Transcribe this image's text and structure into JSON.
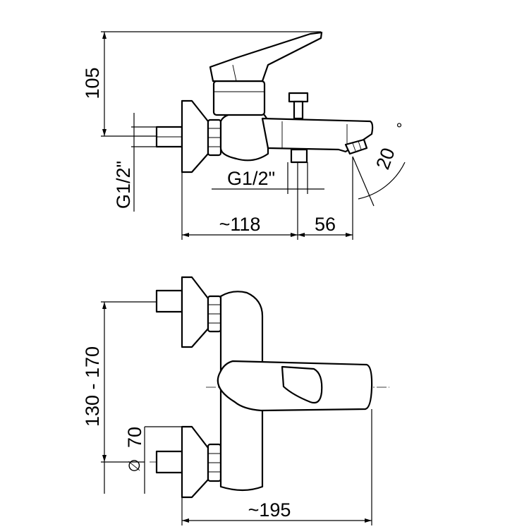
{
  "side_view": {
    "dim_height": "105",
    "dim_thread_left": "G1/2\"",
    "dim_thread_outlet": "G1/2\"",
    "dim_depth": "~118",
    "dim_spout": "56",
    "dim_angle": "20",
    "angle_unit": "°"
  },
  "front_view": {
    "dim_centers": "130 - 170",
    "dim_escutcheon": "70",
    "diameter_symbol": "∅",
    "dim_width": "~195"
  }
}
